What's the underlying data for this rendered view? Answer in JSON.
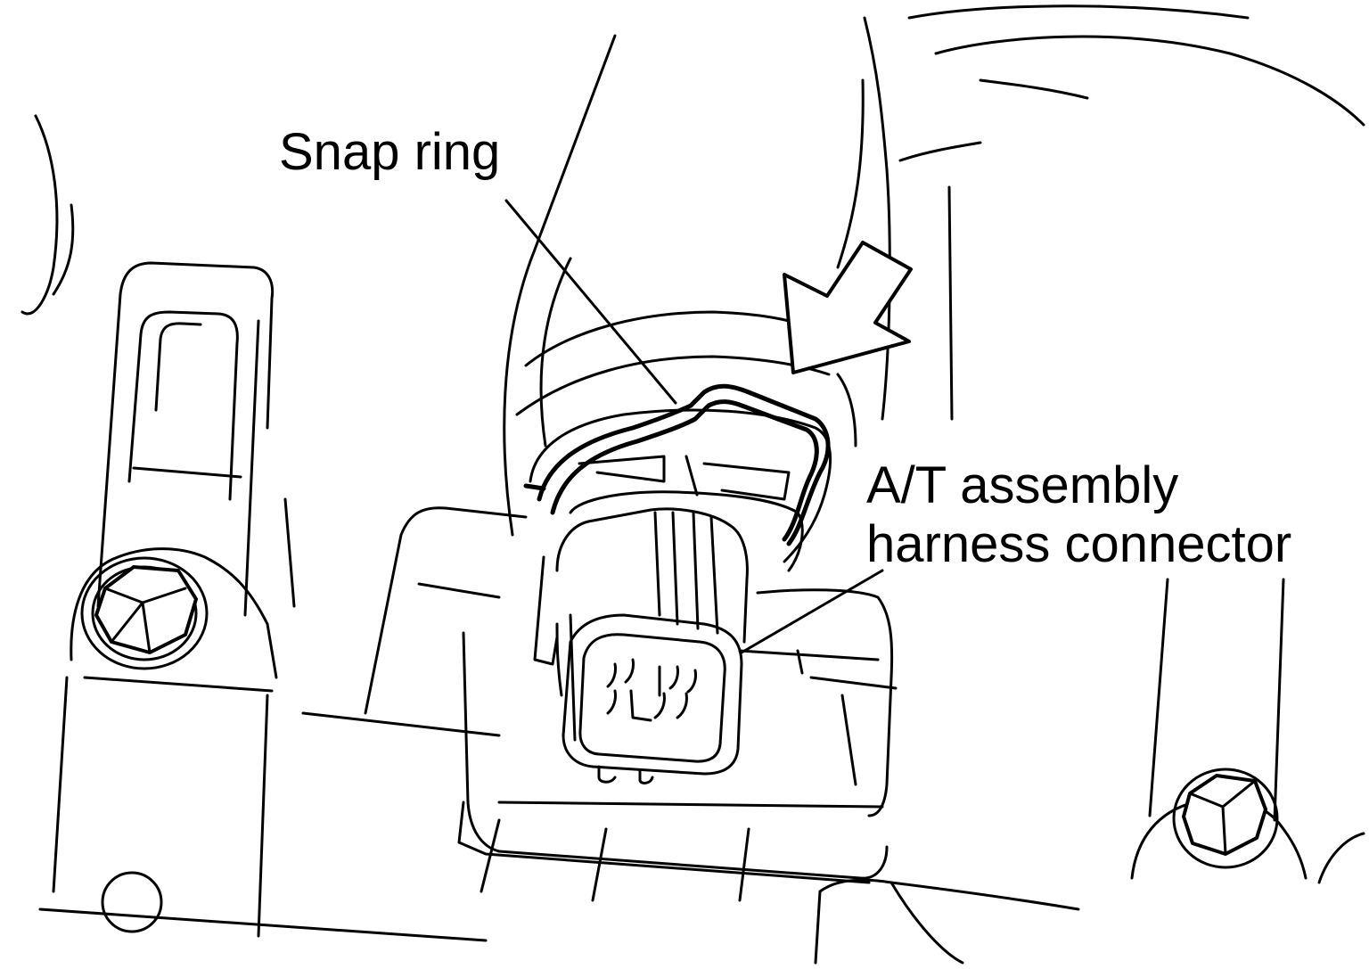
{
  "labels": {
    "snap_ring": "Snap ring",
    "connector_line1": "A/T assembly",
    "connector_line2": "harness connector"
  },
  "colors": {
    "line": "#000000",
    "background": "#ffffff"
  },
  "icons": {
    "direction_arrow": "arrow-down-left-icon"
  }
}
